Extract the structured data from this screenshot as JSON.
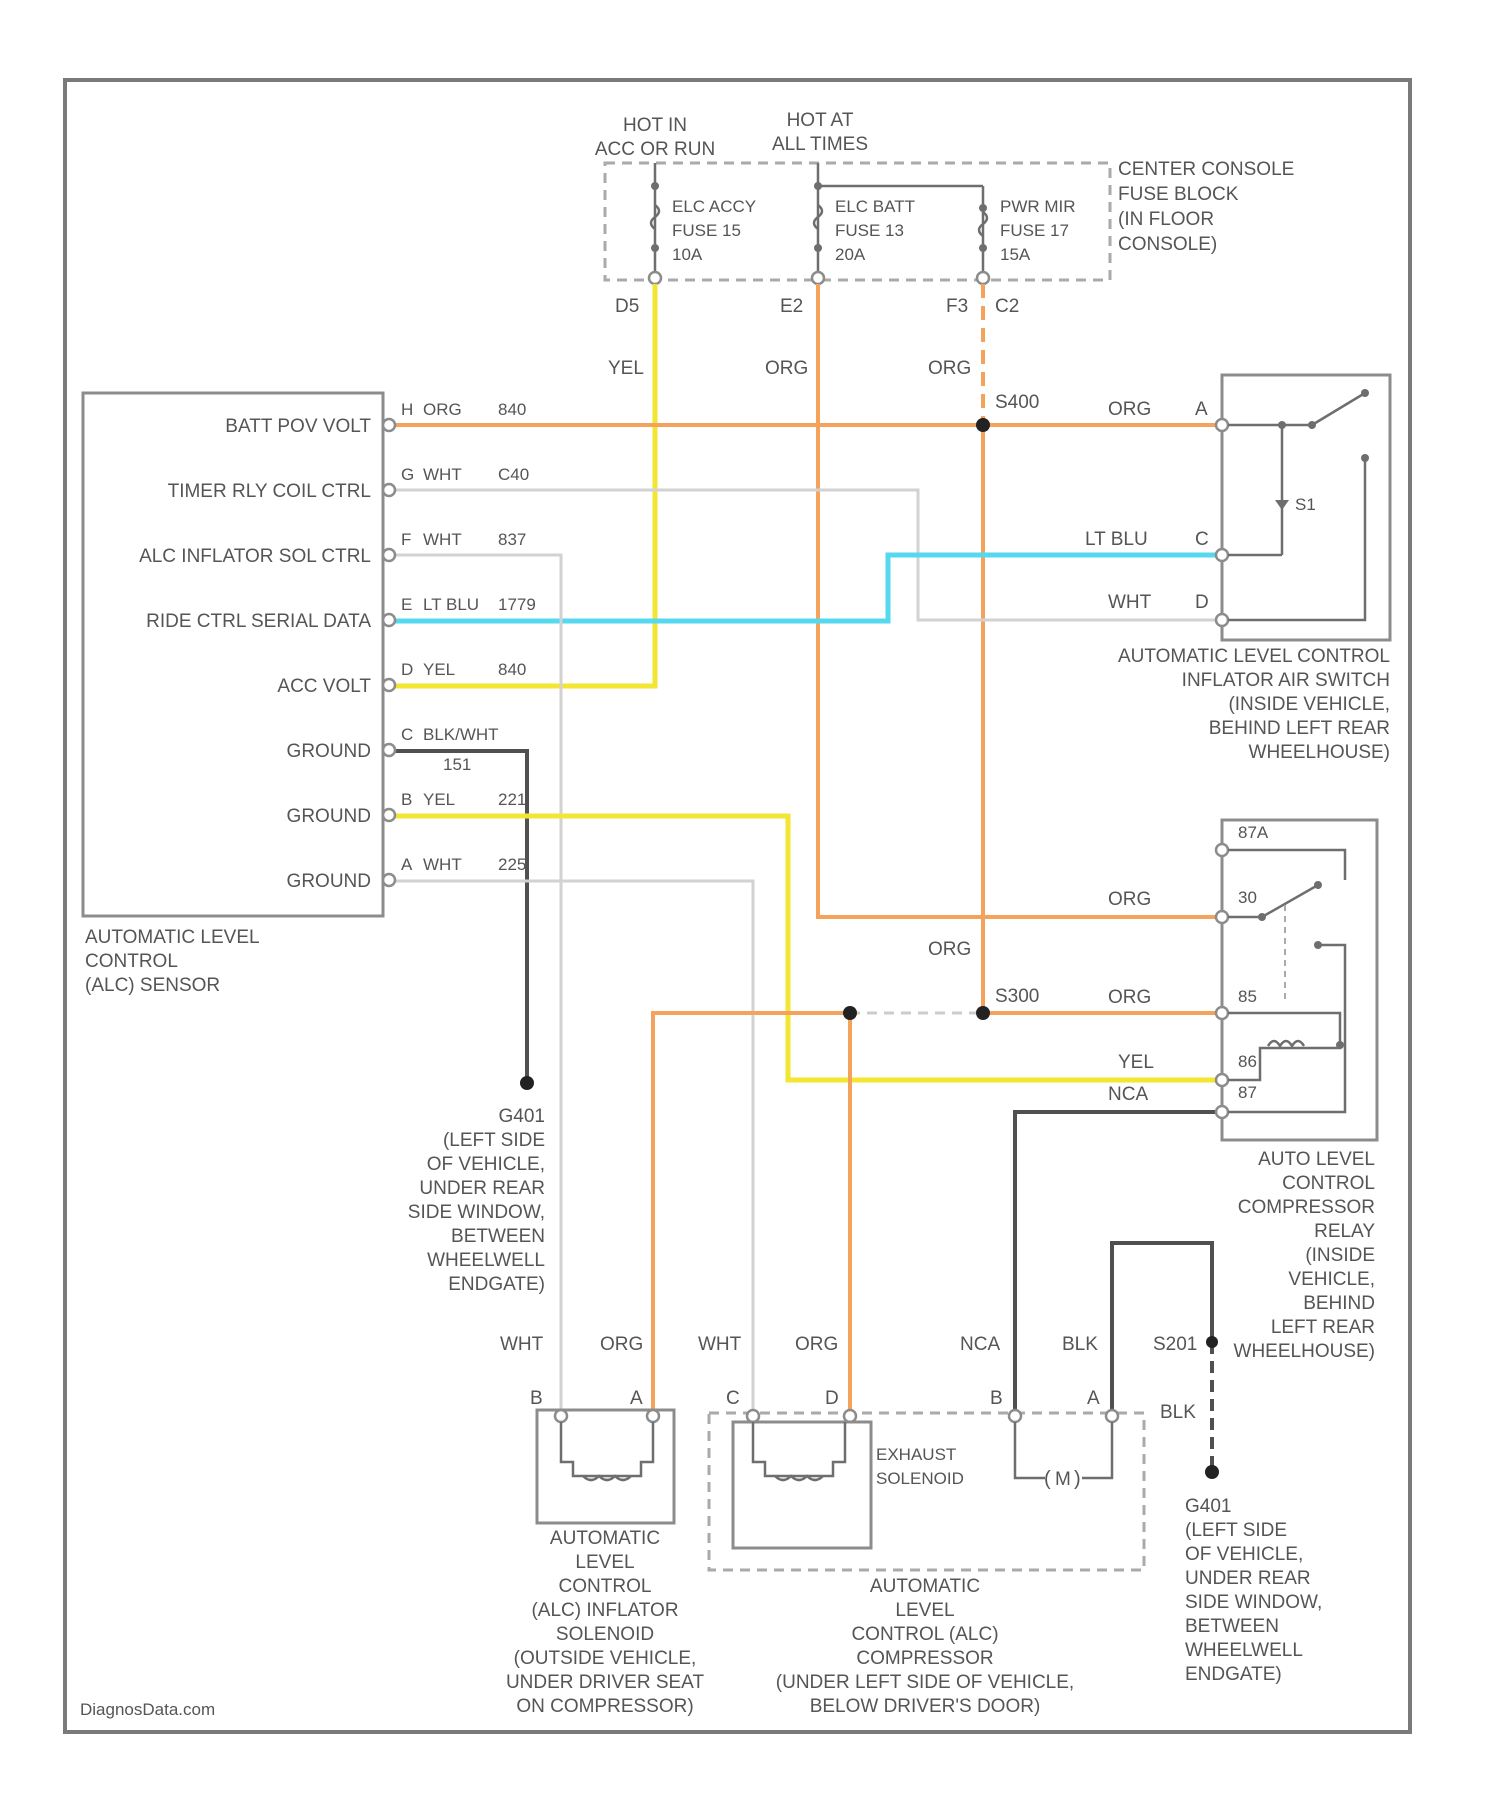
{
  "colors": {
    "ORG": "#f5a25d",
    "YEL": "#f2e632",
    "LT_BLU": "#56d8ee",
    "WHT": "#d2d2d2",
    "BLK": "#505050",
    "border": "#7a7a7a"
  },
  "fuse_block": {
    "hot_run": [
      "HOT IN",
      "ACC OR RUN"
    ],
    "hot_always": [
      "HOT AT",
      "ALL TIMES"
    ],
    "label": [
      "CENTER CONSOLE",
      "FUSE BLOCK",
      "(IN FLOOR",
      "CONSOLE)"
    ],
    "fuses": [
      {
        "lines": [
          "ELC ACCY",
          "FUSE 15",
          "10A"
        ],
        "pin": "D5"
      },
      {
        "lines": [
          "ELC BATT",
          "FUSE 13",
          "20A"
        ],
        "pin": "E2"
      },
      {
        "lines": [
          "PWR MIR",
          "FUSE 17",
          "15A"
        ],
        "pin": "F3",
        "pin2": "C2"
      }
    ]
  },
  "sensor": {
    "pins": [
      {
        "name": "BATT POV VOLT",
        "pin": "H",
        "color": "ORG",
        "circuit": "840"
      },
      {
        "name": "TIMER RLY COIL CTRL",
        "pin": "G",
        "color": "WHT",
        "circuit": "C40"
      },
      {
        "name": "ALC INFLATOR SOL CTRL",
        "pin": "F",
        "color": "WHT",
        "circuit": "837"
      },
      {
        "name": "RIDE CTRL SERIAL DATA",
        "pin": "E",
        "color": "LT BLU",
        "circuit": "1779"
      },
      {
        "name": "ACC VOLT",
        "pin": "D",
        "color": "YEL",
        "circuit": "840"
      },
      {
        "name": "GROUND",
        "pin": "C",
        "color": "BLK/WHT",
        "circuit": "151"
      },
      {
        "name": "GROUND",
        "pin": "B",
        "color": "YEL",
        "circuit": "221"
      },
      {
        "name": "GROUND",
        "pin": "A",
        "color": "WHT",
        "circuit": "225"
      }
    ],
    "label": [
      "AUTOMATIC LEVEL",
      "CONTROL",
      "(ALC) SENSOR"
    ]
  },
  "wires": {
    "yel": "YEL",
    "org_e2": "ORG",
    "org_f3": "ORG",
    "org_relay_30": "ORG",
    "org_vert": "ORG",
    "org_relay_85": "ORG",
    "yel_relay": "YEL",
    "nca": "NCA",
    "org_switch": "ORG",
    "ltblu_switch": "LT BLU",
    "wht_switch": "WHT"
  },
  "splices": {
    "s1": "S400",
    "s2": "S300"
  },
  "switch": {
    "pins": [
      "A",
      "C",
      "D"
    ],
    "label": [
      "AUTOMATIC LEVEL CONTROL",
      "INFLATOR AIR SWITCH",
      "(INSIDE VEHICLE,",
      "BEHIND LEFT REAR",
      "WHEELHOUSE)"
    ],
    "contact": "S1"
  },
  "relay": {
    "pins": [
      "87A",
      "30",
      "85",
      "86",
      "87"
    ],
    "label": [
      "AUTO LEVEL",
      "CONTROL",
      "COMPRESSOR",
      "RELAY",
      "(INSIDE",
      "VEHICLE,",
      "BEHIND",
      "LEFT REAR",
      "WHEELHOUSE)"
    ]
  },
  "ground_g401": {
    "name": "G401",
    "label": [
      "G401",
      "(LEFT SIDE",
      "OF VEHICLE,",
      "UNDER REAR",
      "SIDE WINDOW,",
      "BETWEEN",
      "WHEELWELL",
      "ENDGATE)"
    ]
  },
  "ground_g401b": {
    "splice": "S201",
    "wire": "BLK",
    "label": [
      "G401",
      "(LEFT SIDE",
      "OF VEHICLE,",
      "UNDER REAR",
      "SIDE WINDOW,",
      "BETWEEN",
      "WHEELWELL",
      "ENDGATE)"
    ]
  },
  "bottom": {
    "inflator": {
      "wires": [
        "WHT",
        "ORG"
      ],
      "pins": [
        "B",
        "A"
      ],
      "label": [
        "AUTOMATIC",
        "LEVEL",
        "CONTROL",
        "(ALC) INFLATOR",
        "SOLENOID",
        "(OUTSIDE VEHICLE,",
        "UNDER DRIVER SEAT",
        "ON COMPRESSOR)"
      ]
    },
    "compressor": {
      "wires": [
        "WHT",
        "ORG",
        "NCA",
        "BLK"
      ],
      "pins": [
        "C",
        "D",
        "B",
        "A"
      ],
      "exhaust": [
        "EXHAUST",
        "SOLENOID"
      ],
      "motor": "M",
      "label": [
        "AUTOMATIC",
        "LEVEL",
        "CONTROL (ALC)",
        "COMPRESSOR",
        "(UNDER LEFT SIDE OF VEHICLE,",
        "BELOW DRIVER'S DOOR)"
      ]
    }
  },
  "footer": {
    "brand": "DiagnosData.com"
  }
}
